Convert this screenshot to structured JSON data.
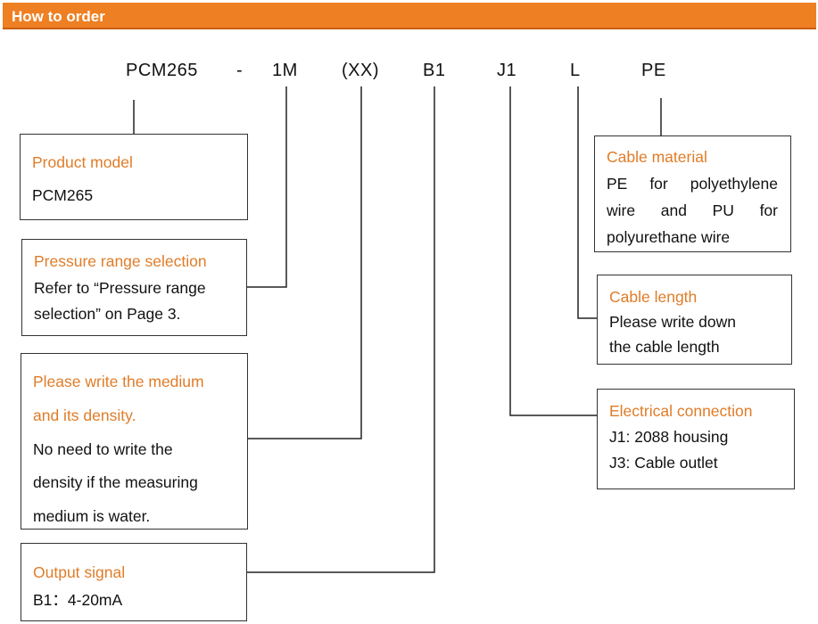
{
  "header": {
    "title": "How to order"
  },
  "code": {
    "model": "PCM265",
    "dash": "-",
    "range": "1M",
    "medium": "(XX)",
    "output": "B1",
    "connection": "J1",
    "length": "L",
    "material": "PE"
  },
  "boxes": {
    "product_model": {
      "title": "Product model",
      "lines": [
        "PCM265"
      ]
    },
    "pressure_range": {
      "title": "Pressure range selection",
      "lines": [
        "Refer to “Pressure range",
        "selection” on Page 3."
      ]
    },
    "medium": {
      "title_lines": [
        "Please write the medium",
        "and its density."
      ],
      "lines": [
        "No need to write the",
        "density if the measuring",
        "medium is water."
      ]
    },
    "output_signal": {
      "title": "Output signal",
      "lines": [
        "B1：4-20mA"
      ]
    },
    "cable_material": {
      "title": "Cable material",
      "lines": [
        "PE for polyethylene",
        "wire and PU for",
        "polyurethane wire"
      ]
    },
    "cable_length": {
      "title": "Cable length",
      "lines": [
        "Please write down",
        "the cable length"
      ]
    },
    "electrical": {
      "title": "Electrical connection",
      "lines": [
        "J1: 2088 housing",
        "J3: Cable outlet"
      ]
    }
  },
  "colors": {
    "accent": "#ee7f22",
    "title_text": "#e07c28",
    "line": "#222222"
  }
}
